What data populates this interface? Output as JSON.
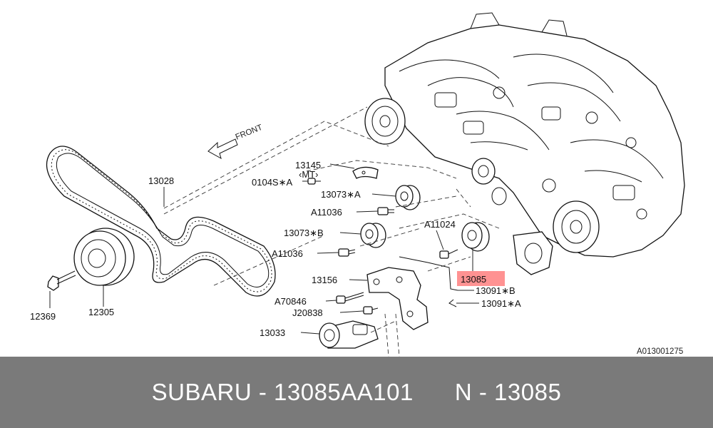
{
  "diagram": {
    "front_label": "FRONT",
    "drawing_code": "A013001275",
    "highlight_color": "#ff7f7f",
    "callouts": {
      "c13145": "13145",
      "cMT": "‹MT›",
      "c0104S": "0104S∗A",
      "c13073A": "13073∗A",
      "cA11036a": "A11036",
      "c13073B": "13073∗B",
      "cA11036b": "A11036",
      "c13028": "13028",
      "cA11024": "A11024",
      "c13085": "13085",
      "c13091B": "13091∗B",
      "c13091A": "13091∗A",
      "c13156": "13156",
      "cA70846": "A70846",
      "cJ20838": "J20838",
      "c13033": "13033",
      "c12369": "12369",
      "c12305": "12305"
    }
  },
  "footer": {
    "brand": "SUBARU",
    "part_number": "13085AA101",
    "ref": "N - 13085",
    "separator": " - "
  }
}
